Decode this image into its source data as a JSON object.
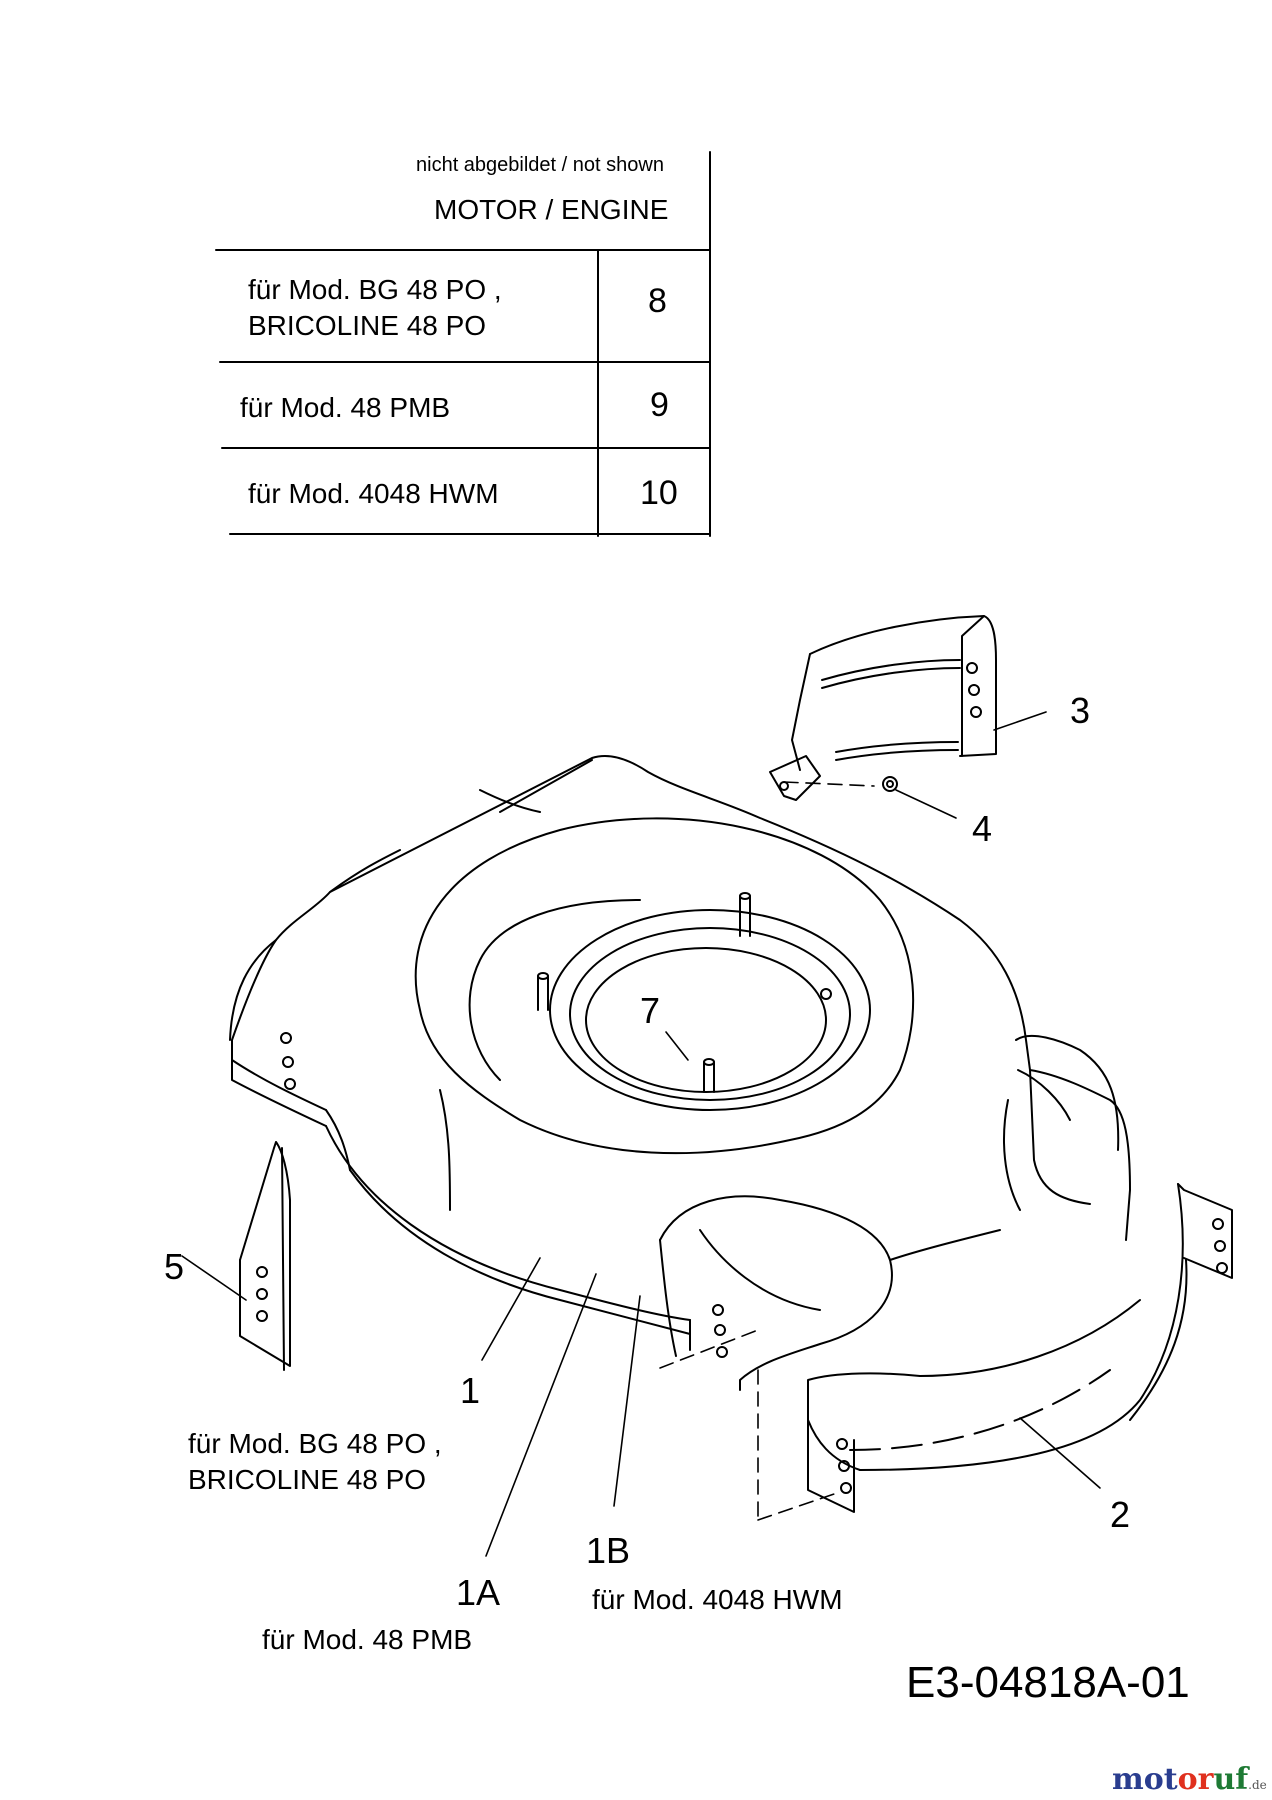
{
  "legend": {
    "not_shown_note": "nicht abgebildet / not shown",
    "motor_label": "MOTOR / ENGINE",
    "rows": [
      {
        "label_line1": "für Mod. BG 48 PO ,",
        "label_line2": "BRICOLINE 48 PO",
        "number": "8"
      },
      {
        "label_line1": "für Mod. 48 PMB",
        "label_line2": "",
        "number": "9"
      },
      {
        "label_line1": "für Mod. 4048 HWM",
        "label_line2": "",
        "number": "10"
      }
    ]
  },
  "callouts": {
    "c1": "1",
    "c1A": "1A",
    "c1B": "1B",
    "c2": "2",
    "c3": "3",
    "c4": "4",
    "c5": "5",
    "c7": "7"
  },
  "notes": {
    "note_1_line1": "für Mod. BG 48 PO ,",
    "note_1_line2": "BRICOLINE 48 PO",
    "note_1B": "für Mod. 4048 HWM",
    "note_1A": "für Mod.   48 PMB"
  },
  "drawing_code": "E3-04818A-01",
  "watermark": {
    "part1": "mot",
    "part2": "or",
    "part3": "uf",
    "suffix": ".de"
  }
}
